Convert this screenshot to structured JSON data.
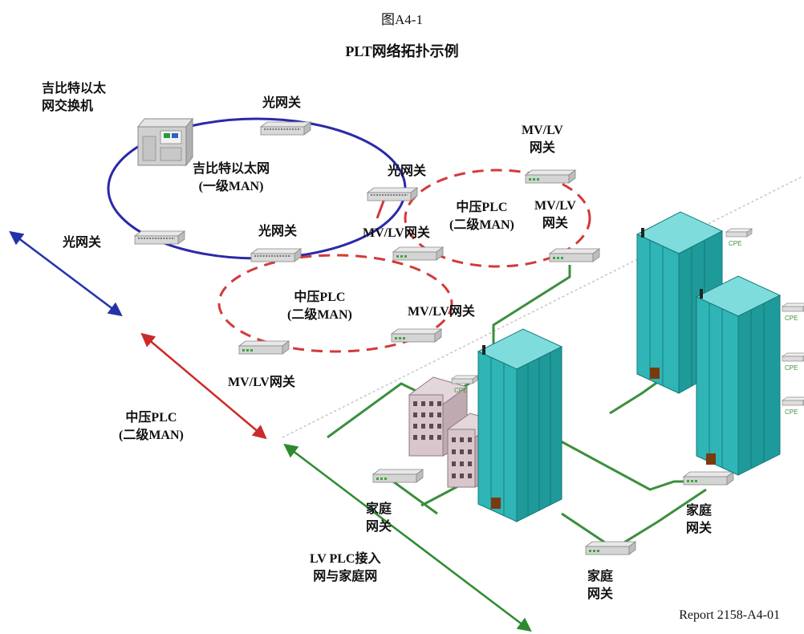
{
  "figure": {
    "number": "图A4-1",
    "title": "PLT网络拓扑示例",
    "report_ref": "Report 2158-A4-01"
  },
  "labels": {
    "gig_switch": [
      "吉比特以太",
      "网交换机"
    ],
    "gig_ring": [
      "吉比特以太网",
      "(一级MAN)"
    ],
    "optical_gw": "光网关",
    "mvlv_gw": "MV/LV网关",
    "mvlv_gw_split": [
      "MV/LV",
      "网关"
    ],
    "mv_plc": [
      "中压PLC",
      "(二级MAN)"
    ],
    "home_gw": [
      "家庭",
      "网关"
    ],
    "lv_access": [
      "LV PLC接入",
      "网与家庭网"
    ],
    "cpe": "CPE"
  },
  "colors": {
    "gig_ring": "#2a2aa8",
    "mv_ring": "#d23a3a",
    "lv_net": "#3c8f3c",
    "arrow_blue": "#2233aa",
    "arrow_red": "#cc2a2a",
    "arrow_green": "#2f8a2f",
    "building": "#2fb5b5",
    "building_dark": "#168a8a"
  }
}
